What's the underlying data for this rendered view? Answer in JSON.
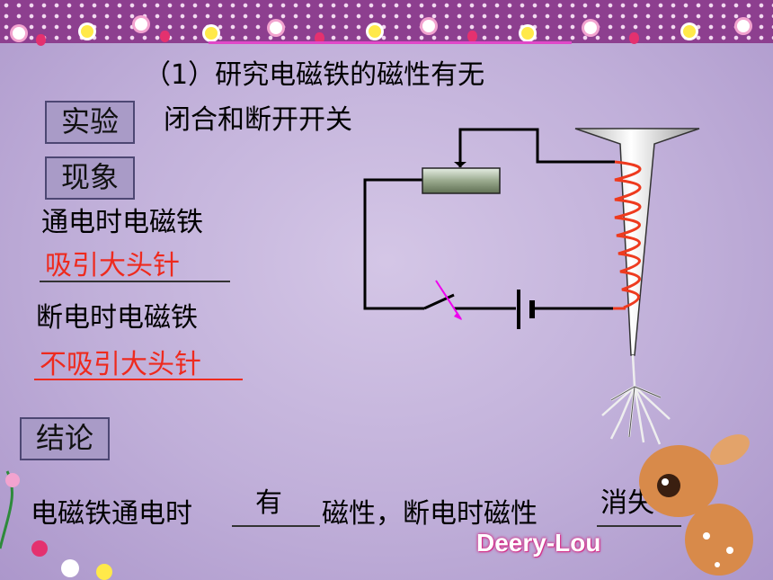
{
  "title": "（1）研究电磁铁的磁性有无",
  "experiment": {
    "label": "实验",
    "text": "闭合和断开开关"
  },
  "phenomenon": {
    "label": "现象",
    "on_text": "通电时电磁铁",
    "on_answer": "吸引大头针",
    "off_text": "断电时电磁铁",
    "off_answer": "不吸引大头针"
  },
  "conclusion": {
    "label": "结论",
    "part1": "电磁铁通电时",
    "blank1": "有",
    "part2": "磁性，断电时磁性",
    "blank2": "消失",
    "end": "."
  },
  "logo": "Deery-Lou",
  "colors": {
    "accent_red": "#ee2a1e",
    "background": "#c0afd9",
    "border_strip": "#8d3f8f"
  }
}
